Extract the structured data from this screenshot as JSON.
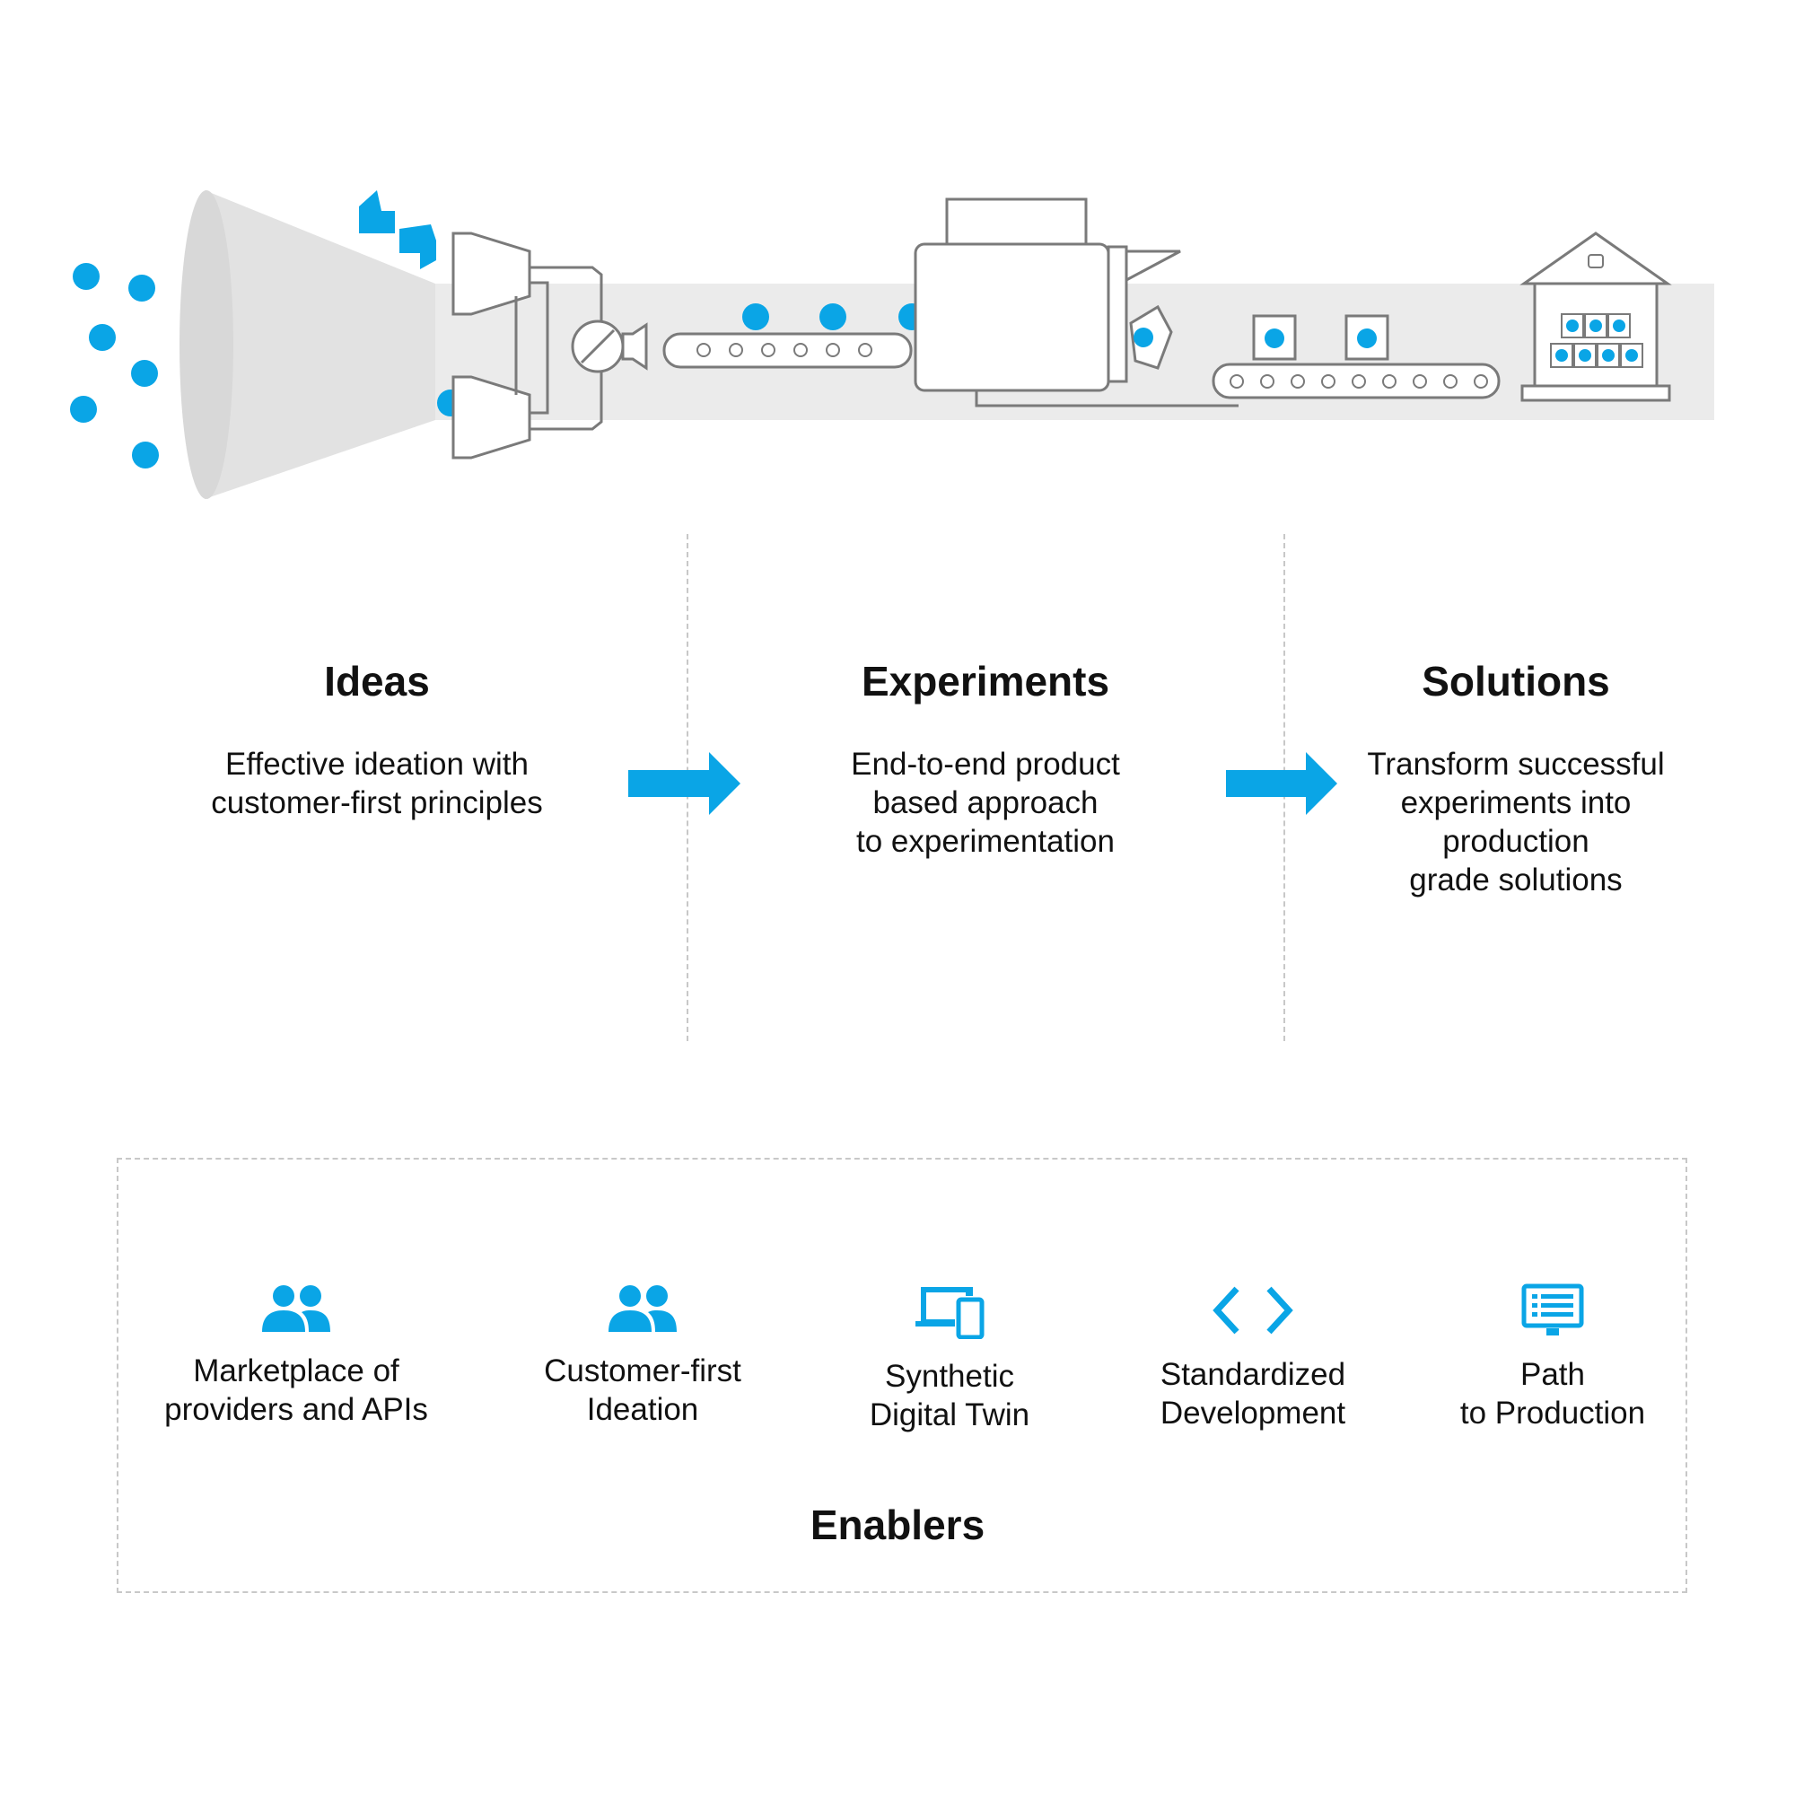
{
  "colors": {
    "accent": "#0AA5E6",
    "line": "#7a7a7a",
    "band": "#ebebeb",
    "cone": "#e2e2e2"
  },
  "stages": [
    {
      "title": "Ideas",
      "description": "Effective ideation with\ncustomer-first principles"
    },
    {
      "title": "Experiments",
      "description": "End-to-end product\nbased approach\nto experimentation"
    },
    {
      "title": "Solutions",
      "description": "Transform successful\nexperiments into\nproduction\ngrade solutions"
    }
  ],
  "enablers": {
    "title": "Enablers",
    "items": [
      {
        "label": "Marketplace of\nproviders and APIs",
        "icon": "people-icon"
      },
      {
        "label": "Customer-first\nIdeation",
        "icon": "people-icon"
      },
      {
        "label": "Synthetic\nDigital Twin",
        "icon": "devices-icon"
      },
      {
        "label": "Standardized\nDevelopment",
        "icon": "code-icon"
      },
      {
        "label": "Path\nto Production",
        "icon": "monitor-list-icon"
      }
    ]
  }
}
